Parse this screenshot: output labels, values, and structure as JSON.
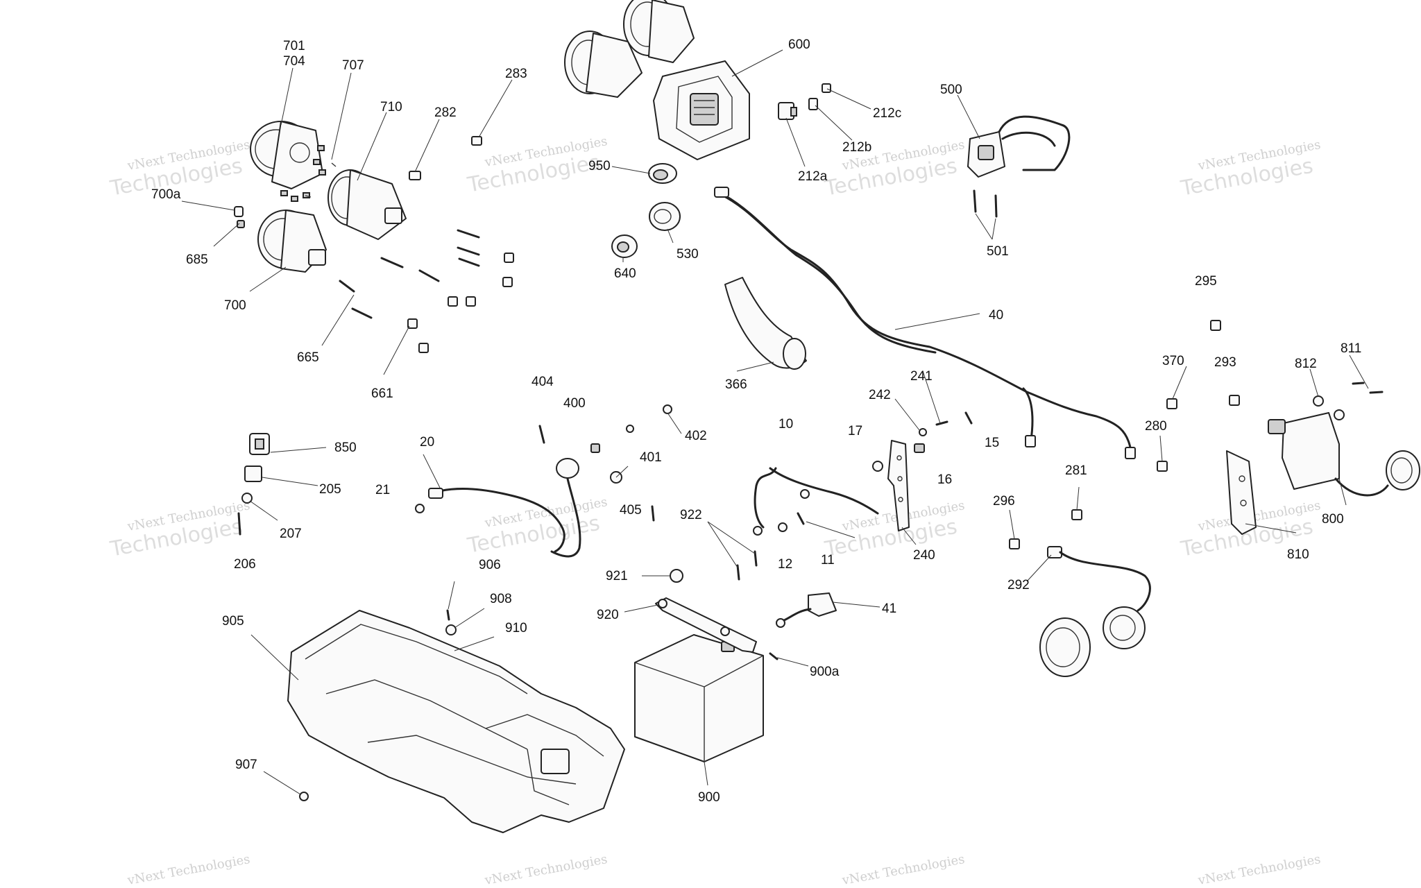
{
  "watermark": {
    "line1": "vNext Technologies",
    "line2": "Technologies"
  },
  "callouts": {
    "c701": "701",
    "c704": "704",
    "c707": "707",
    "c710": "710",
    "c282": "282",
    "c283": "283",
    "c600": "600",
    "c212c": "212c",
    "c212b": "212b",
    "c212a": "212a",
    "c500": "500",
    "c950": "950",
    "c700a": "700a",
    "c685": "685",
    "c700": "700",
    "c665": "665",
    "c661": "661",
    "c640": "640",
    "c530": "530",
    "c501": "501",
    "c295": "295",
    "c40": "40",
    "c366": "366",
    "c404": "404",
    "c400": "400",
    "c402": "402",
    "c401": "401",
    "c405": "405",
    "c10": "10",
    "c241": "241",
    "c242": "242",
    "c17": "17",
    "c15": "15",
    "c16": "16",
    "c370": "370",
    "c293": "293",
    "c812": "812",
    "c811": "811",
    "c280": "280",
    "c281": "281",
    "c800": "800",
    "c810": "810",
    "c850": "850",
    "c205": "205",
    "c207": "207",
    "c206": "206",
    "c20": "20",
    "c21": "21",
    "c922": "922",
    "c921": "921",
    "c12": "12",
    "c11": "11",
    "c240": "240",
    "c296": "296",
    "c292": "292",
    "c906": "906",
    "c908": "908",
    "c910": "910",
    "c905": "905",
    "c920": "920",
    "c41": "41",
    "c900a": "900a",
    "c907": "907",
    "c900": "900"
  }
}
